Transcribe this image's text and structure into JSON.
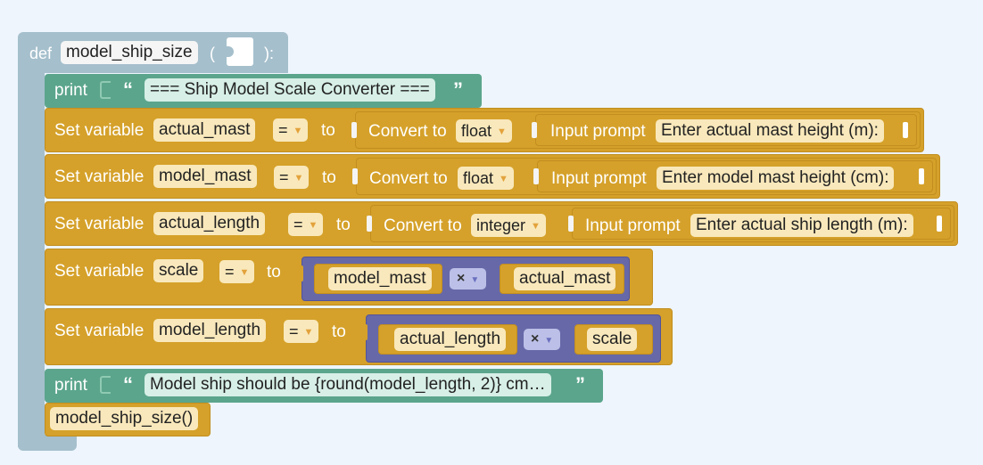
{
  "function": {
    "keyword": "def",
    "name": "model_ship_size",
    "paren_open": "(",
    "paren_close": "):"
  },
  "print1": {
    "label": "print",
    "open_quote": "“",
    "close_quote": "”",
    "text": "=== Ship Model Scale Converter ==="
  },
  "set_actual_mast": {
    "label": "Set variable",
    "variable": "actual_mast",
    "op": "=",
    "to": "to",
    "convert_label": "Convert to",
    "convert_type": "float",
    "input_label": "Input prompt",
    "prompt": "Enter actual mast height (m):"
  },
  "set_model_mast": {
    "label": "Set variable",
    "variable": "model_mast",
    "op": "=",
    "to": "to",
    "convert_label": "Convert to",
    "convert_type": "float",
    "input_label": "Input prompt",
    "prompt": "Enter model mast height (cm):"
  },
  "set_actual_length": {
    "label": "Set variable",
    "variable": "actual_length",
    "op": "=",
    "to": "to",
    "convert_label": "Convert to",
    "convert_type": "integer",
    "input_label": "Input prompt",
    "prompt": "Enter actual ship length (m):"
  },
  "set_scale": {
    "label": "Set variable",
    "variable": "scale",
    "op": "=",
    "to": "to",
    "left": "model_mast",
    "operator": "×",
    "right": "actual_mast"
  },
  "set_model_length": {
    "label": "Set variable",
    "variable": "model_length",
    "op": "=",
    "to": "to",
    "left": "actual_length",
    "operator": "×",
    "right": "scale"
  },
  "print2": {
    "label": "print",
    "open_quote": "“",
    "close_quote": "”",
    "text": "Model ship should be {round(model_length, 2)} cm…"
  },
  "call": {
    "text": "model_ship_size()"
  },
  "colors": {
    "background": "#eef5fd",
    "function_block": "#a5bfcc",
    "print_block": "#5ba58c",
    "variable_block": "#d5a12a",
    "math_block": "#6768a8"
  }
}
